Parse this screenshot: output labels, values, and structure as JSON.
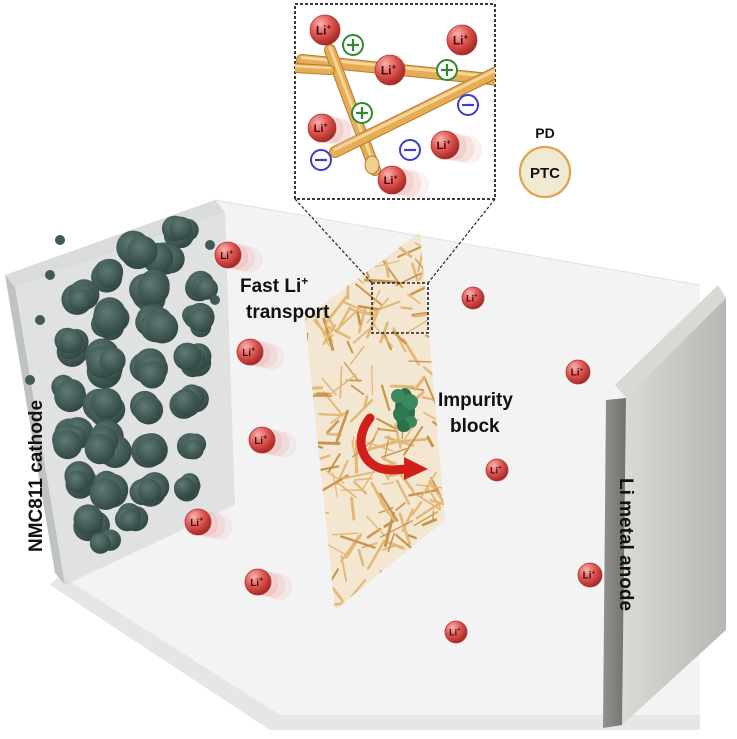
{
  "labels": {
    "fast_transport_line1": "Fast Li",
    "fast_transport_sup": "+",
    "fast_transport_line2": "transport",
    "impurity_line1": "Impurity",
    "impurity_line2": "block",
    "cathode": "NMC811 cathode",
    "anode": "Li metal anode",
    "pd": "PD",
    "ptc": "PTC"
  },
  "ion": {
    "symbol": "Li",
    "charge": "+"
  },
  "colors": {
    "ion_red": "#e0524f",
    "fiber_tan": "#e3b877",
    "fiber_orange": "#e2a64c",
    "cathode_particle": "#3f5a57",
    "impurity_green": "#3b8a5f",
    "arrow_red": "#d11f1a",
    "plus_green": "#2f8a2f",
    "minus_blue": "#3b3bd1",
    "ptc_fill": "#f1ead2",
    "ptc_stroke": "#e0a24a",
    "panel_gray": "#b8bbb6"
  },
  "icons": {
    "positive_charge": "circled-plus-icon",
    "negative_charge": "circled-minus-icon",
    "rotation_arrow": "curved-arrow-icon"
  }
}
